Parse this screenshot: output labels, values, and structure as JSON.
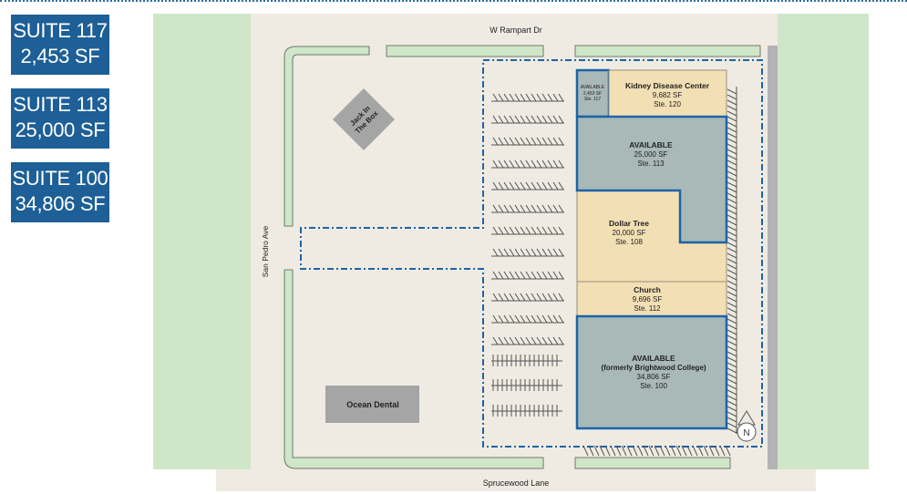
{
  "suites": [
    {
      "name": "SUITE 117",
      "area": "2,453 SF"
    },
    {
      "name": "SUITE 113",
      "area": "25,000 SF"
    },
    {
      "name": "SUITE 100",
      "area": "34,806 SF"
    }
  ],
  "streets": {
    "north": "W Rampart Dr",
    "south": "Sprucewood Lane",
    "west": "San Pedro Ave"
  },
  "pads": {
    "jack_in_the_box": {
      "line1": "Jack In",
      "line2": "The Box"
    },
    "ocean_dental": "Ocean Dental"
  },
  "units": {
    "ste117": {
      "title": "AVAILABLE",
      "area": "2,453 SF",
      "suite": "Ste. 117"
    },
    "kidney": {
      "title": "Kidney Disease Center",
      "area": "9,682 SF",
      "suite": "Ste. 120"
    },
    "ste113": {
      "title": "AVAILABLE",
      "area": "25,000 SF",
      "suite": "Ste. 113"
    },
    "dollar_tree": {
      "title": "Dollar Tree",
      "area": "20,000 SF",
      "suite": "Ste. 108"
    },
    "church": {
      "title": "Church",
      "area": "9,696 SF",
      "suite": "Ste. 112"
    },
    "ste100": {
      "title": "AVAILABLE",
      "subtitle": "(formerly Brightwood College)",
      "area": "34,806 SF",
      "suite": "Ste. 100"
    }
  },
  "compass": "N",
  "colors": {
    "badge": "#1d5f96",
    "available_fill": "#a8b9b7",
    "leased_fill": "#f3dfb4",
    "outline": "#1d63a8",
    "lot": "#efebe3",
    "landscape": "#cfe6c9"
  }
}
